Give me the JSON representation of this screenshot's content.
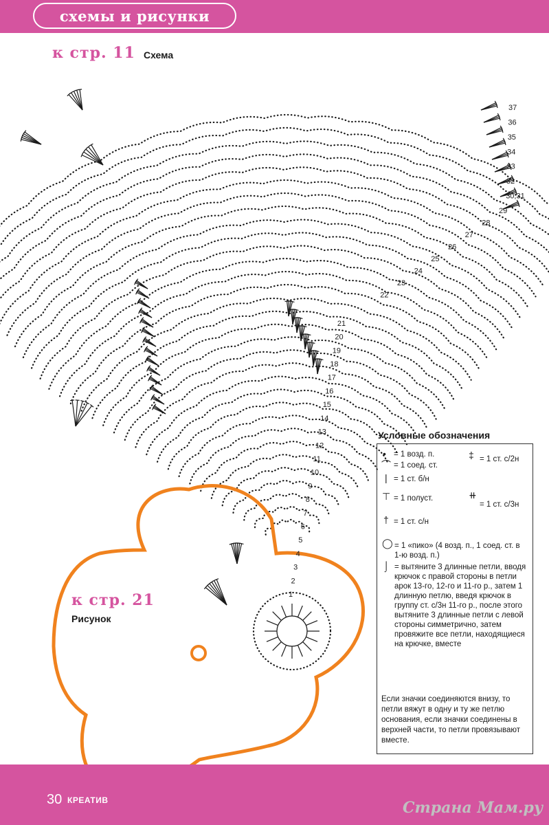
{
  "header": {
    "section_title": "схемы и рисунки"
  },
  "ref_top": {
    "page_ref": "к стр. 11",
    "label": "Схема"
  },
  "ref_bottom": {
    "page_ref": "к стр. 21",
    "label": "Рисунок"
  },
  "row_numbers": [
    "37",
    "36",
    "35",
    "34",
    "33",
    "32",
    "30,31",
    "29",
    "28",
    "27",
    "26",
    "25",
    "24",
    "23",
    "22",
    "21",
    "20",
    "19",
    "18",
    "17",
    "16",
    "15",
    "14",
    "13",
    "12",
    "11",
    "10",
    "9",
    "8",
    "7",
    "6",
    "5",
    "4",
    "3",
    "2",
    "1"
  ],
  "legend": {
    "title": "Условные обозначения",
    "items": [
      {
        "label": "= 1 возд. п."
      },
      {
        "label": "= 1 соед. ст."
      },
      {
        "label": "= 1 ст. б/н"
      },
      {
        "label": "= 1 полуст."
      },
      {
        "label": "= 1 ст. с/н"
      },
      {
        "label": "= 1 ст. с/2н"
      },
      {
        "label": "= 1 ст. с/3н"
      }
    ],
    "picot": "= 1 «пико» (4 возд. п., 1 соед. ст. в 1-ю возд. п.)",
    "special": "= вытяните 3 длинные петли, вводя крючок с правой стороны в петли арок 13-го, 12-го и 11-го р., затем 1 длинную петлю, введя крючок в группу ст. с/3н 11-го р., после этого вытяните 3 длинные петли с левой стороны симметрично, затем провяжите все петли, находящиеся на крючке, вместе",
    "note": "Если значки соединяются внизу, то петли вяжут в одну и ту же петлю основания, если значки соединены в верхней части, то петли провязывают вместе."
  },
  "footer": {
    "page_number": "30",
    "magazine": "КРЕАТИВ",
    "watermark": "Страна Мам.ру"
  },
  "colors": {
    "magenta": "#d5549f",
    "orange": "#f0821e",
    "ink": "#1a1a1a"
  }
}
